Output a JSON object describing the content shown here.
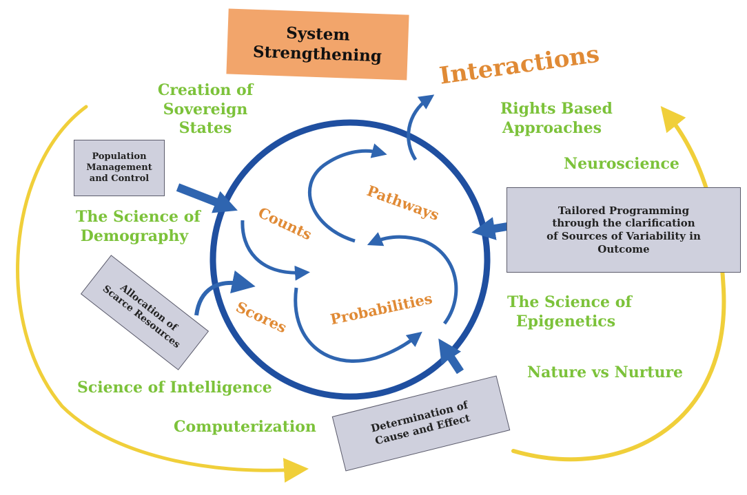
{
  "colors": {
    "ring_blue": "#1f4fa0",
    "arrow_blue": "#2f65b0",
    "outer_yellow": "#f0cf3a",
    "label_green": "#7cc23a",
    "label_orange": "#e08a35",
    "box_grey": "#cfd0dd",
    "box_orange": "#f2a56b"
  },
  "title": {
    "line1": "System",
    "line2": "Strengthening"
  },
  "interactions_label": "Interactions",
  "inner_labels": {
    "counts": "Counts",
    "pathways": "Pathways",
    "scores": "Scores",
    "probabilities": "Probabilities"
  },
  "green_labels": {
    "creation": [
      "Creation of",
      "Sovereign",
      "States"
    ],
    "demography": [
      "The Science of",
      "Demography"
    ],
    "intelligence": "Science of Intelligence",
    "computerization": "Computerization",
    "rights": [
      "Rights Based",
      "Approaches"
    ],
    "neuroscience": "Neuroscience",
    "epigenetics": [
      "The Science of",
      "Epigenetics"
    ],
    "nature": "Nature vs Nurture"
  },
  "boxes": {
    "population": [
      "Population",
      "Management",
      "and Control"
    ],
    "allocation": [
      "Allocation of",
      "Scarce Resources"
    ],
    "tailored": [
      "Tailored Programming",
      "through the clarification",
      "of Sources of Variability in",
      "Outcome"
    ],
    "determination": [
      "Determination of",
      "Cause and Effect"
    ]
  }
}
